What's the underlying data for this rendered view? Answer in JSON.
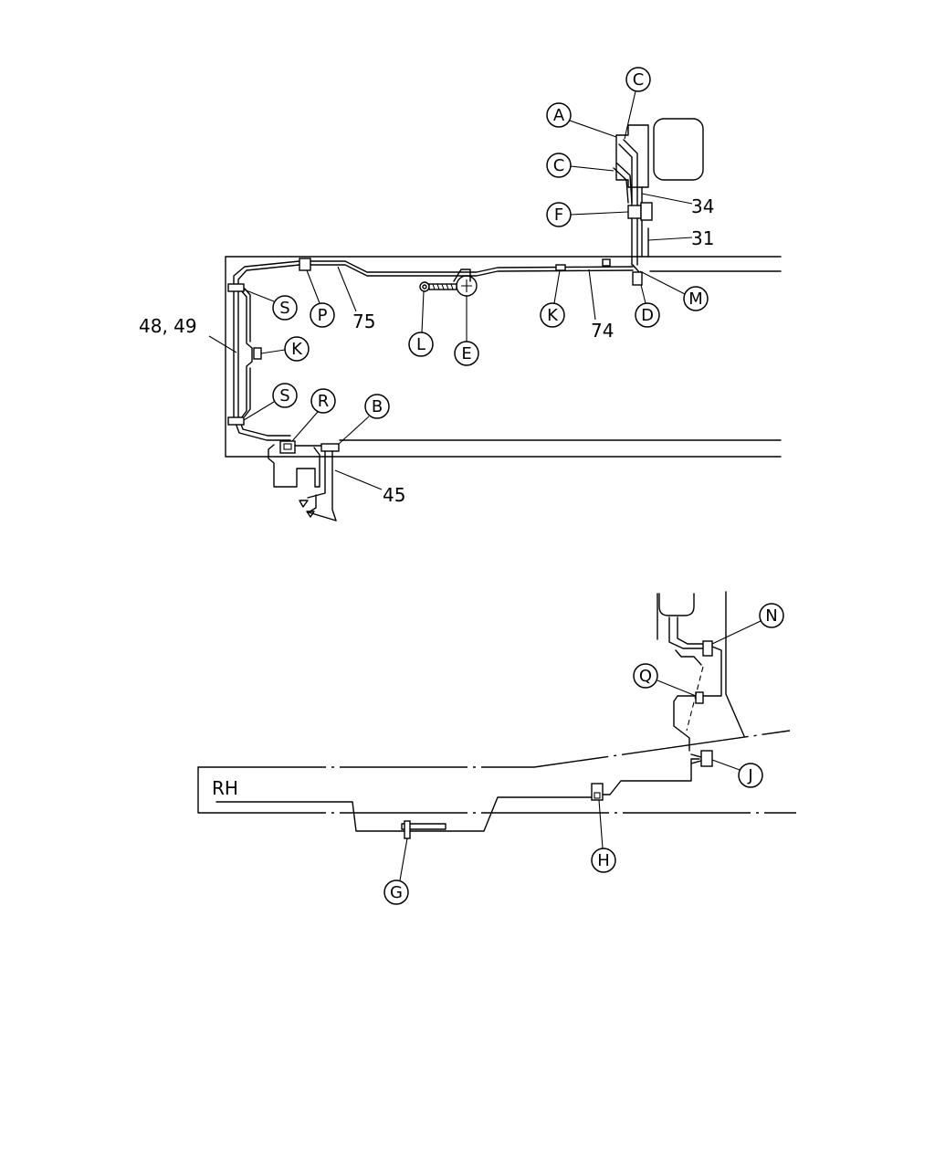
{
  "callouts": {
    "a": "A",
    "c1": "C",
    "c2": "C",
    "f": "F",
    "m": "M",
    "d": "D",
    "k1": "K",
    "e": "E",
    "l": "L",
    "p": "P",
    "s1": "S",
    "k2": "K",
    "s2": "S",
    "r": "R",
    "b": "B",
    "n": "N",
    "q": "Q",
    "j": "J",
    "h": "H",
    "g": "G"
  },
  "part_numbers": {
    "p34": "34",
    "p31": "31",
    "p75": "75",
    "p74": "74",
    "p4849": "48, 49",
    "p45": "45"
  },
  "side_label": "RH"
}
